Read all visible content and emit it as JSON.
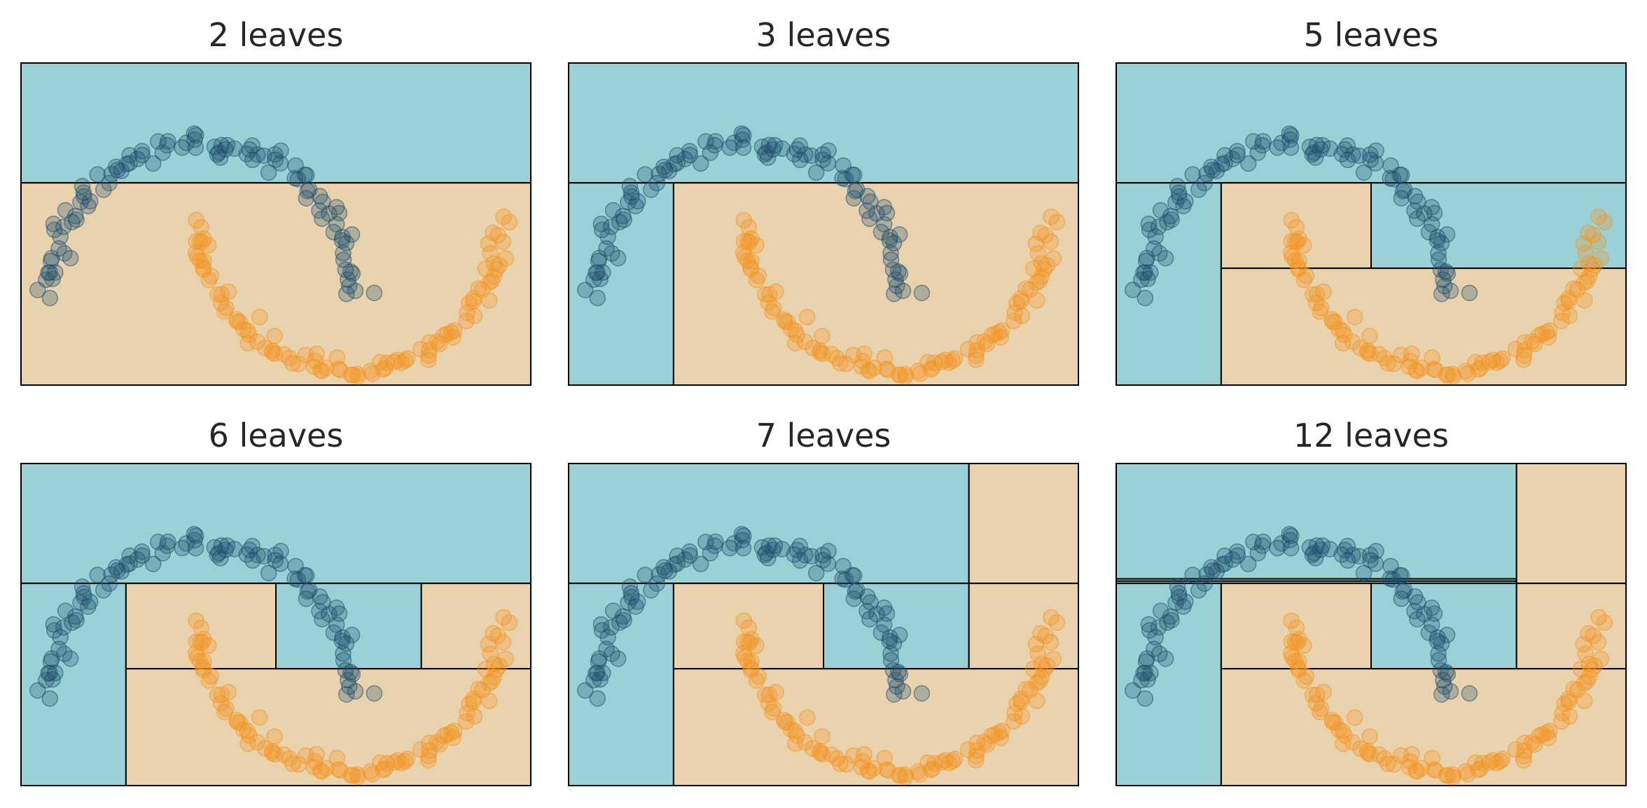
{
  "chart_data": {
    "type": "scatter",
    "description_free": true,
    "colors": {
      "region_class_0": "#9bd1d6",
      "region_class_1": "#e9d2ae",
      "point_class_0": "#1f4e6e",
      "point_class_1": "#f6931f",
      "split_line": "#000000"
    },
    "xlim": [
      -1.2,
      2.2
    ],
    "ylim": [
      -0.6,
      1.55
    ],
    "grid": false,
    "legend": "none",
    "moons": {
      "class_0": {
        "center": [
          0,
          0
        ],
        "radius": 1,
        "angle_range_deg": [
          0,
          180
        ]
      },
      "class_1": {
        "center": [
          1,
          0.5
        ],
        "radius": 1,
        "angle_range_deg": [
          180,
          360
        ]
      },
      "noise": 0.04,
      "n_points_per_class": 100
    },
    "panels": [
      {
        "title": "2 leaves",
        "leaves": [
          {
            "x": [
              -1.2,
              2.2
            ],
            "y": [
              0.75,
              1.55
            ],
            "class": 0
          },
          {
            "x": [
              -1.2,
              2.2
            ],
            "y": [
              -0.6,
              0.75
            ],
            "class": 1
          }
        ]
      },
      {
        "title": "3 leaves",
        "leaves": [
          {
            "x": [
              -1.2,
              2.2
            ],
            "y": [
              0.75,
              1.55
            ],
            "class": 0
          },
          {
            "x": [
              -1.2,
              -0.5
            ],
            "y": [
              -0.6,
              0.75
            ],
            "class": 0
          },
          {
            "x": [
              -0.5,
              2.2
            ],
            "y": [
              -0.6,
              0.75
            ],
            "class": 1
          }
        ]
      },
      {
        "title": "5 leaves",
        "leaves": [
          {
            "x": [
              -1.2,
              2.2
            ],
            "y": [
              0.75,
              1.55
            ],
            "class": 0
          },
          {
            "x": [
              -1.2,
              -0.5
            ],
            "y": [
              -0.6,
              0.75
            ],
            "class": 0
          },
          {
            "x": [
              -0.5,
              0.5
            ],
            "y": [
              0.18,
              0.75
            ],
            "class": 1
          },
          {
            "x": [
              0.5,
              2.2
            ],
            "y": [
              0.18,
              0.75
            ],
            "class": 0
          },
          {
            "x": [
              -0.5,
              2.2
            ],
            "y": [
              -0.6,
              0.18
            ],
            "class": 1
          }
        ]
      },
      {
        "title": "6 leaves",
        "leaves": [
          {
            "x": [
              -1.2,
              2.2
            ],
            "y": [
              0.75,
              1.55
            ],
            "class": 0
          },
          {
            "x": [
              -1.2,
              -0.5
            ],
            "y": [
              -0.6,
              0.75
            ],
            "class": 0
          },
          {
            "x": [
              -0.5,
              0.5
            ],
            "y": [
              0.18,
              0.75
            ],
            "class": 1
          },
          {
            "x": [
              0.5,
              1.47
            ],
            "y": [
              0.18,
              0.75
            ],
            "class": 0
          },
          {
            "x": [
              1.47,
              2.2
            ],
            "y": [
              0.18,
              0.75
            ],
            "class": 1
          },
          {
            "x": [
              -0.5,
              2.2
            ],
            "y": [
              -0.6,
              0.18
            ],
            "class": 1
          }
        ]
      },
      {
        "title": "7 leaves",
        "leaves": [
          {
            "x": [
              -1.2,
              1.47
            ],
            "y": [
              0.75,
              1.55
            ],
            "class": 0
          },
          {
            "x": [
              1.47,
              2.2
            ],
            "y": [
              0.75,
              1.55
            ],
            "class": 1
          },
          {
            "x": [
              -1.2,
              -0.5
            ],
            "y": [
              -0.6,
              0.75
            ],
            "class": 0
          },
          {
            "x": [
              -0.5,
              0.5
            ],
            "y": [
              0.18,
              0.75
            ],
            "class": 1
          },
          {
            "x": [
              0.5,
              1.47
            ],
            "y": [
              0.18,
              0.75
            ],
            "class": 0
          },
          {
            "x": [
              1.47,
              2.2
            ],
            "y": [
              0.18,
              0.75
            ],
            "class": 1
          },
          {
            "x": [
              -0.5,
              2.2
            ],
            "y": [
              -0.6,
              0.18
            ],
            "class": 1
          }
        ]
      },
      {
        "title": "12 leaves",
        "leaves": [
          {
            "x": [
              -1.2,
              1.47
            ],
            "y": [
              0.78,
              1.55
            ],
            "class": 0
          },
          {
            "x": [
              -1.2,
              1.47
            ],
            "y": [
              0.765,
              0.78
            ],
            "class": 0
          },
          {
            "x": [
              -1.2,
              1.47
            ],
            "y": [
              0.75,
              0.765
            ],
            "class": 0
          },
          {
            "x": [
              1.47,
              2.2
            ],
            "y": [
              0.75,
              1.55
            ],
            "class": 1
          },
          {
            "x": [
              -1.2,
              -0.5
            ],
            "y": [
              -0.6,
              0.75
            ],
            "class": 0
          },
          {
            "x": [
              -0.5,
              0.5
            ],
            "y": [
              0.18,
              0.75
            ],
            "class": 1
          },
          {
            "x": [
              0.5,
              1.47
            ],
            "y": [
              0.18,
              0.75
            ],
            "class": 0
          },
          {
            "x": [
              1.47,
              2.2
            ],
            "y": [
              0.18,
              0.75
            ],
            "class": 1
          },
          {
            "x": [
              -0.5,
              2.2
            ],
            "y": [
              -0.6,
              0.18
            ],
            "class": 1
          }
        ]
      }
    ]
  }
}
